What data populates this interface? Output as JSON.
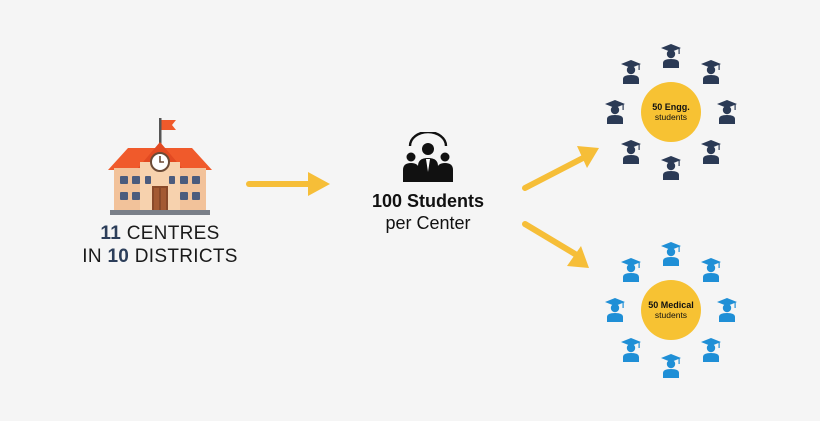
{
  "left": {
    "count": "11",
    "centres_word": "CENTRES",
    "in_word": "IN",
    "districts_count": "10",
    "districts_word": "DISTRICTS"
  },
  "middle": {
    "title": "100 Students",
    "subtitle": "per Center"
  },
  "engg": {
    "line1": "50 Engg.",
    "line2": "students",
    "color": "#2b3a55"
  },
  "medical": {
    "line1": "50 Medical",
    "line2": "students",
    "color": "#1f8fd6"
  },
  "colors": {
    "arrow": "#f6be38",
    "hub": "#f7c233",
    "roof": "#f05a2b",
    "building": "#f2c29a"
  },
  "icons": [
    "school-building-icon",
    "arrow-right-icon",
    "leader-group-icon",
    "graduate-icon"
  ]
}
